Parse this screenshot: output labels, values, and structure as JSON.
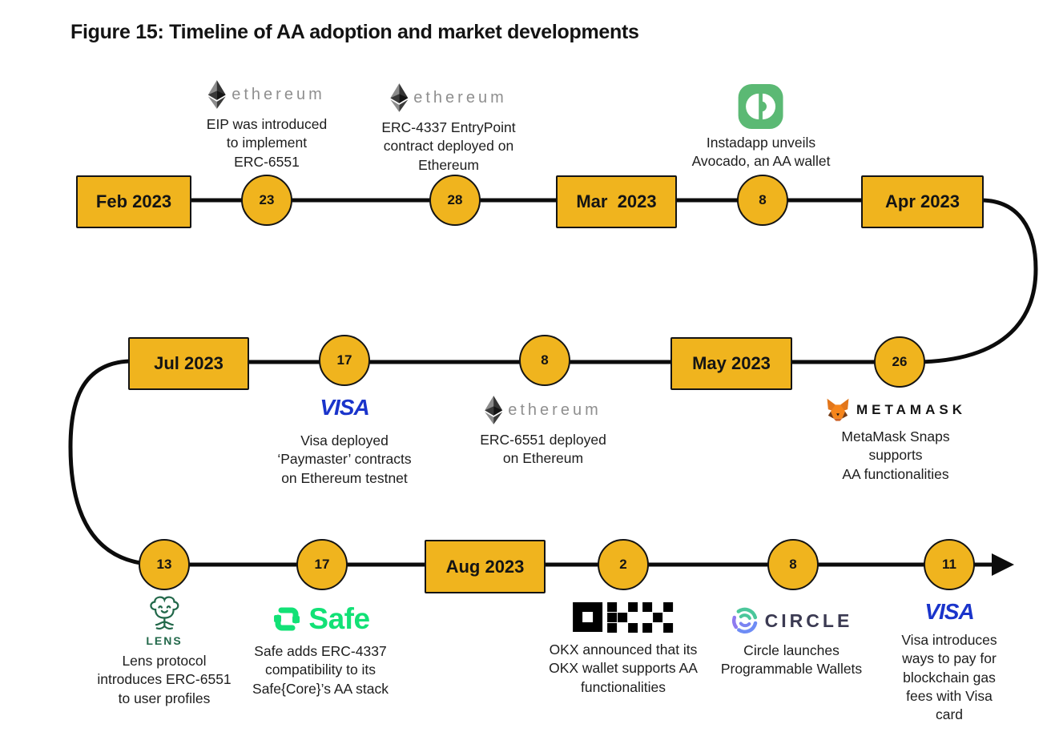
{
  "title": "Figure 15: Timeline of AA adoption and market developments",
  "colors": {
    "node_fill": "#F0B41E",
    "line": "#0C0C0C",
    "visa_blue": "#1A34CB",
    "safe_green": "#12E176",
    "lens_green": "#22684A",
    "instadapp_green": "#5BB974",
    "metamask_orange": "#E2761B",
    "circle_text": "#3B3A52",
    "ethereum_gray": "#8f8f8f"
  },
  "months": {
    "feb": "Feb 2023",
    "mar": "Mar  2023",
    "apr": "Apr 2023",
    "may": "May 2023",
    "jul": "Jul 2023",
    "aug": "Aug 2023"
  },
  "days": {
    "d23": "23",
    "d28": "28",
    "d8a": "8",
    "d26": "26",
    "d8b": "8",
    "d17a": "17",
    "d13": "13",
    "d17b": "17",
    "d2": "2",
    "d8c": "8",
    "d11": "11"
  },
  "brands": {
    "ethereum": "ethereum",
    "metamask": "METAMASK",
    "visa": "VISA",
    "safe": "Safe",
    "circle": "CIRCLE",
    "lens": "LENS"
  },
  "events": {
    "eip6551": "EIP was introduced\nto implement\nERC-6551",
    "erc4337": "ERC-4337 EntryPoint\ncontract deployed on\nEthereum",
    "instadapp": "Instadapp unveils\nAvocado, an AA wallet",
    "visa_paymaster": "Visa deployed\n‘Paymaster’ contracts\non Ethereum testnet",
    "erc6551_deploy": "ERC-6551 deployed\non Ethereum",
    "metamask_snaps": "MetaMask Snaps supports\nAA functionalities",
    "lens": "Lens protocol\nintroduces ERC-6551\nto user profiles",
    "safe": "Safe adds ERC-4337\ncompatibility to its\nSafe{Core}’s AA stack",
    "okx": "OKX announced that its\nOKX wallet supports AA\nfunctionalities",
    "circle": "Circle launches\nProgrammable Wallets",
    "visa_gas": "Visa introduces\nways to pay for\nblockchain gas\nfees with Visa card"
  }
}
